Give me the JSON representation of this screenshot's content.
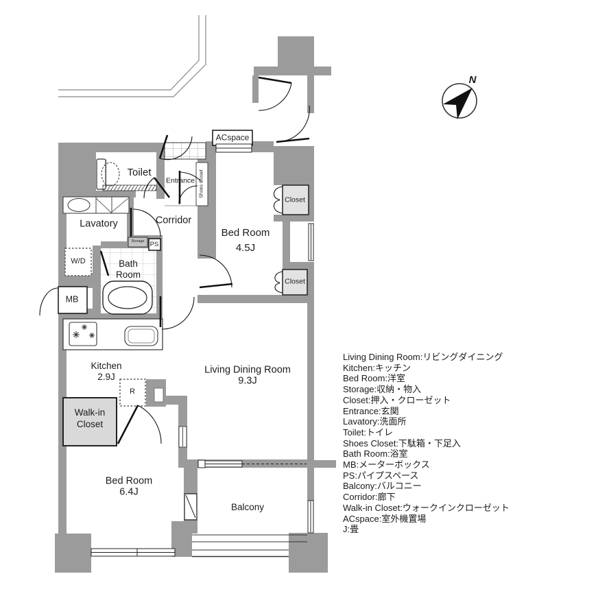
{
  "plan": {
    "compass_label": "N",
    "rooms": {
      "toilet": "Toilet",
      "entrance": "Entrance",
      "shoes_closet": "Shoes Closet",
      "acspace": "ACspace",
      "lavatory": "Lavatory",
      "corridor": "Corridor",
      "bedroom1_name": "Bed Room",
      "bedroom1_size": "4.5J",
      "closet": "Closet",
      "storage": "Storage",
      "ps": "PS",
      "bath_line1": "Bath",
      "bath_line2": "Room",
      "wd": "W/D",
      "mb": "MB",
      "kitchen_name": "Kitchen",
      "kitchen_size": "2.9J",
      "fridge": "R",
      "ldk_name": "Living Dining Room",
      "ldk_size": "9.3J",
      "wic_line1": "Walk-in",
      "wic_line2": "Closet",
      "bedroom2_name": "Bed Room",
      "bedroom2_size": "6.4J",
      "balcony": "Balcony"
    },
    "legend": {
      "lines": [
        "Living Dining Room:リビングダイニング",
        "Kitchen:キッチン",
        "Bed Room:洋室",
        "Storage:収納・物入",
        "Closet:押入・クローゼット",
        "Entrance:玄関",
        "Lavatory:洗面所",
        "Toilet:トイレ",
        "Shoes Closet:下駄箱・下足入",
        "Bath Room:浴室",
        "MB:メーターボックス",
        "PS:パイプスペース",
        "Balcony:バルコニー",
        "Corridor:廊下",
        "Walk-in Closet:ウォークインクローゼット",
        "ACspace:室外機置場",
        "J:畳"
      ]
    }
  }
}
